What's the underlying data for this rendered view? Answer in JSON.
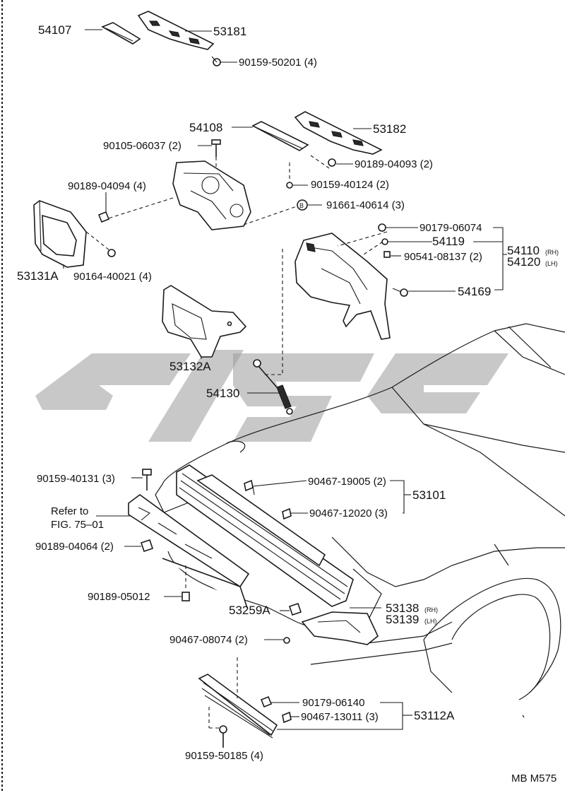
{
  "diagram_code": "MB  M575",
  "refer_note": [
    "Refer to",
    "FIG. 75–01"
  ],
  "parts": {
    "p54107": "54107",
    "p53181": "53181",
    "p90159_50201": "90159-50201 (4)",
    "p54108": "54108",
    "p53182": "53182",
    "p90105_06037": "90105-06037 (2)",
    "p90189_04093": "90189-04093 (2)",
    "p90189_04094": "90189-04094 (4)",
    "p90159_40124": "90159-40124 (2)",
    "p91661_40614": "91661-40614 (3)",
    "p90179_06074": "90179-06074",
    "p54119": "54119",
    "p90541_08137": "90541-08137 (2)",
    "p54110": "54110",
    "p54110_side": "(RH)",
    "p54120": "54120",
    "p54120_side": "(LH)",
    "p53131A": "53131A",
    "p90164_40021": "90164-40021 (4)",
    "p54169": "54169",
    "p53132A": "53132A",
    "p54130": "54130",
    "p90159_40131": "90159-40131 (3)",
    "p90467_19005": "90467-19005 (2)",
    "p53101": "53101",
    "p90467_12020": "90467-12020 (3)",
    "p90189_04064": "90189-04064 (2)",
    "p90189_05012": "90189-05012",
    "p53259A": "53259A",
    "p53138": "53138",
    "p53138_side": "(RH)",
    "p53139": "53139",
    "p53139_side": "(LH)",
    "p90467_08074": "90467-08074 (2)",
    "p90179_06140": "90179-06140",
    "p90467_13011": "90467-13011 (3)",
    "p53112A": "53112A",
    "p90159_50185": "90159-50185 (4)"
  },
  "colors": {
    "ink": "#1a1a1a",
    "watermark": "#9a9a9a"
  }
}
